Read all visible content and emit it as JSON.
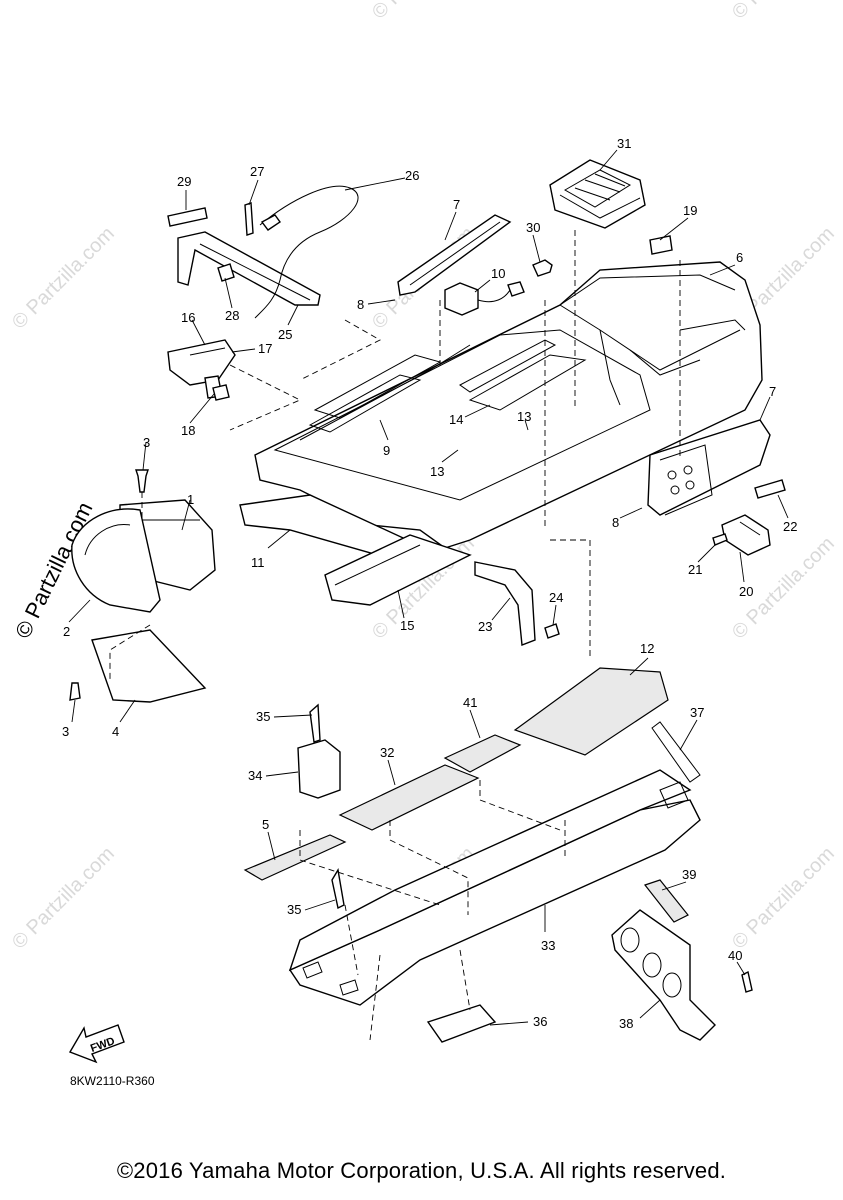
{
  "watermark": {
    "text": "© Partzilla.com",
    "side_text": "© Partzilla.com"
  },
  "fwd_label": "FWD",
  "diagram_code": "8KW2110-R360",
  "copyright": "©2016 Yamaha Motor Corporation, U.S.A. All rights reserved.",
  "callouts": {
    "c1": "1",
    "c2": "2",
    "c3a": "3",
    "c3b": "3",
    "c4": "4",
    "c5": "5",
    "c6": "6",
    "c7a": "7",
    "c7b": "7",
    "c8a": "8",
    "c8b": "8",
    "c9": "9",
    "c10": "10",
    "c11": "11",
    "c12": "12",
    "c13a": "13",
    "c13b": "13",
    "c14": "14",
    "c15": "15",
    "c16": "16",
    "c17": "17",
    "c18": "18",
    "c19": "19",
    "c20": "20",
    "c21": "21",
    "c22": "22",
    "c23": "23",
    "c24": "24",
    "c25": "25",
    "c26": "26",
    "c27": "27",
    "c28": "28",
    "c29": "29",
    "c30": "30",
    "c31": "31",
    "c32": "32",
    "c33": "33",
    "c34": "34",
    "c35a": "35",
    "c35b": "35",
    "c36": "36",
    "c37": "37",
    "c38": "38",
    "c39": "39",
    "c40": "40",
    "c41": "41"
  }
}
